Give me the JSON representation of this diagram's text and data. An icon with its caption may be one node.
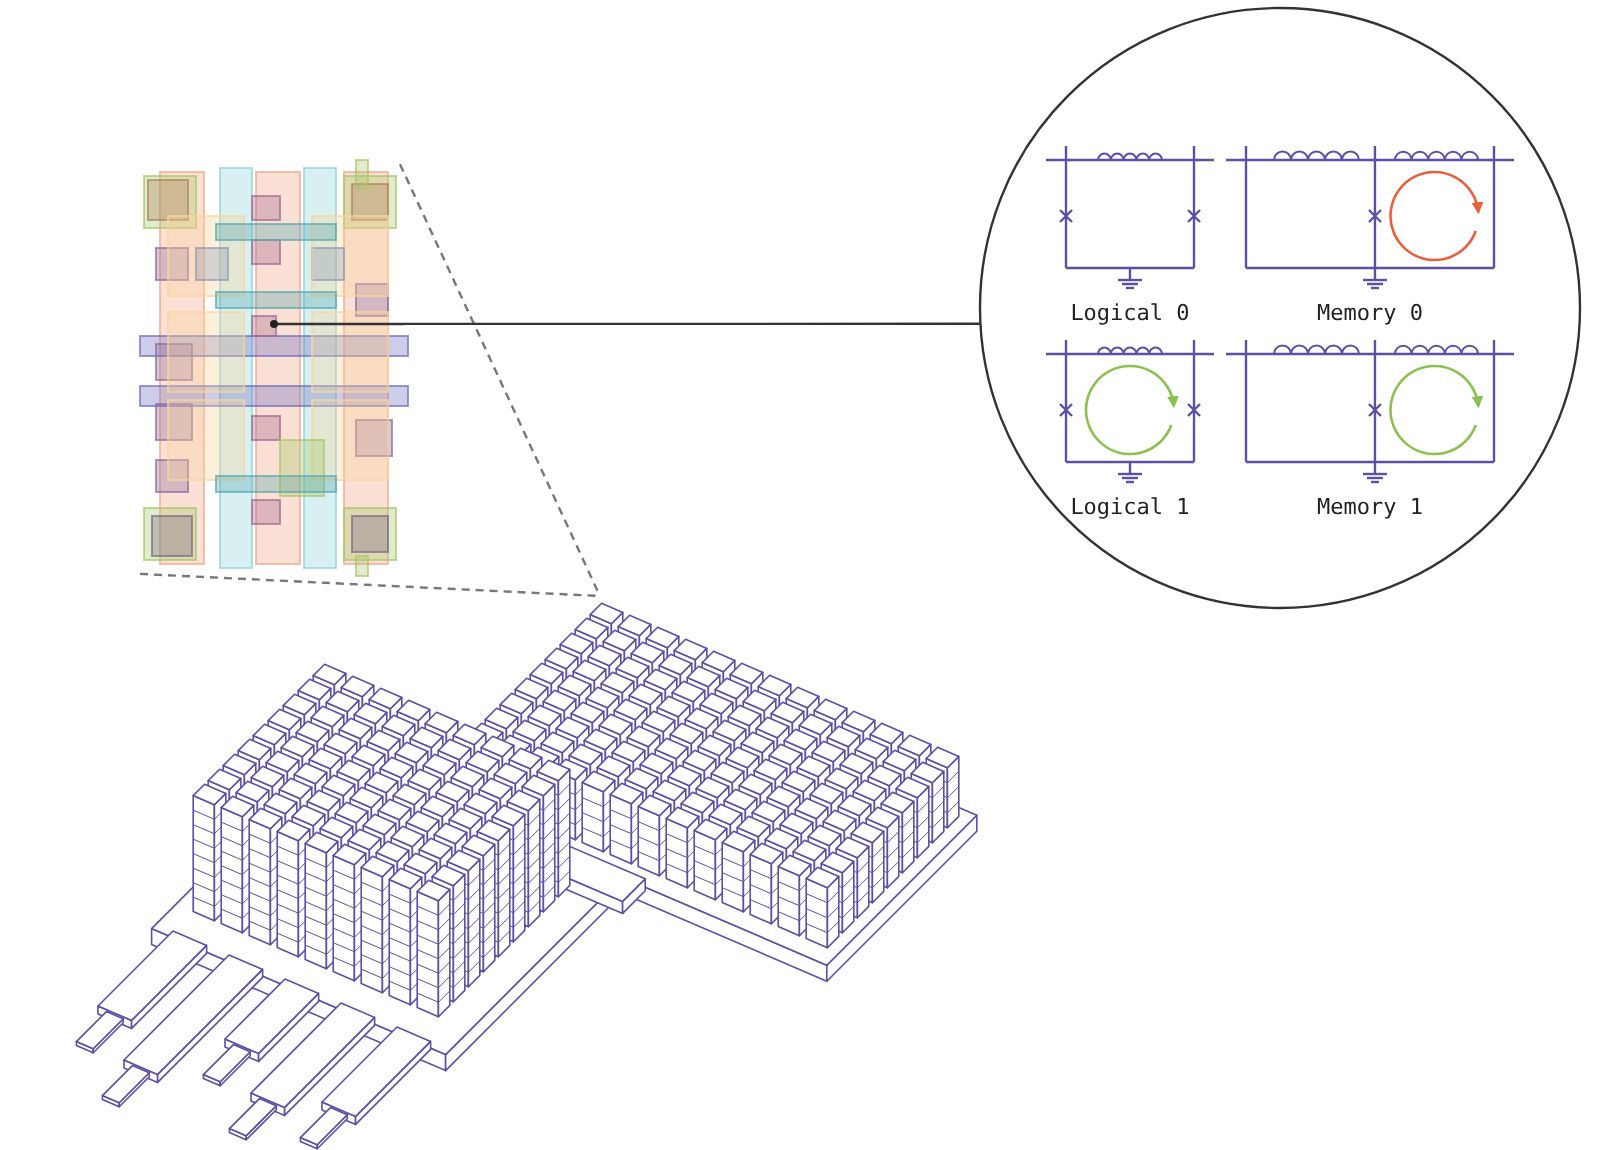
{
  "diagram": {
    "nodes": [
      {
        "text": [],
        "shape": "picture"
      },
      {
        "text": [],
        "shape": "circle"
      },
      {
        "text": [
          "Logical 0"
        ],
        "in": 1
      },
      {
        "text": [
          "Memory 0"
        ],
        "in": 1
      },
      {
        "text": [
          "Logical 1"
        ],
        "in": 1
      },
      {
        "text": [
          "Memory 1"
        ],
        "in": 1
      },
      {
        "text": [],
        "shape": "picture"
      }
    ],
    "edges": [
      {
        "from": 0,
        "to": 6,
        "arrow": "none",
        "style": "dashed"
      },
      {
        "from": 0,
        "to": 6,
        "arrow": "none",
        "style": "dashed"
      },
      {
        "from": 0,
        "to": 1,
        "arrow": "none"
      }
    ]
  }
}
